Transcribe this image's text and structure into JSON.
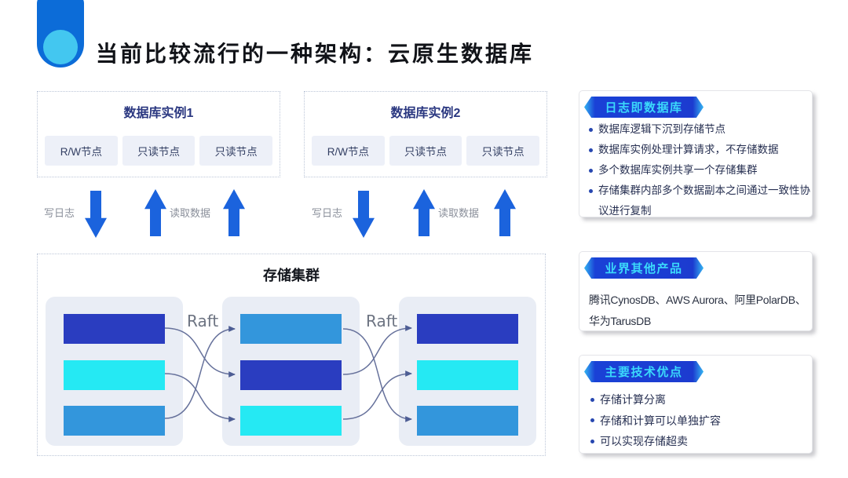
{
  "title": "当前比较流行的一种架构：云原生数据库",
  "instances": [
    {
      "title": "数据库实例1",
      "nodes": [
        "R/W节点",
        "只读节点",
        "只读节点"
      ]
    },
    {
      "title": "数据库实例2",
      "nodes": [
        "R/W节点",
        "只读节点",
        "只读节点"
      ]
    }
  ],
  "flow_labels": {
    "write": "写日志",
    "read": "读取数据"
  },
  "storage": {
    "title": "存储集群",
    "raft_label": "Raft",
    "groups": [
      {
        "bars": [
          "dark-blue",
          "cyan",
          "medium-blue"
        ]
      },
      {
        "bars": [
          "medium-blue",
          "dark-blue",
          "cyan"
        ]
      },
      {
        "bars": [
          "dark-blue",
          "cyan",
          "medium-blue"
        ]
      }
    ],
    "links": [
      "group1.bar1 -> group2.bar2",
      "group1.bar2 -> group2.bar3",
      "group1.bar3 -> group2.bar1",
      "group2.bar1 -> group3.bar3",
      "group2.bar2 -> group3.bar1",
      "group2.bar3 -> group3.bar2"
    ]
  },
  "cards": [
    {
      "badge": "日志即数据库",
      "bullets": [
        "数据库逻辑下沉到存储节点",
        "数据库实例处理计算请求，不存储数据",
        "多个数据库实例共享一个存储集群",
        "存储集群内部多个数据副本之间通过一致性协议进行复制"
      ]
    },
    {
      "badge": "业界其他产品",
      "text": "腾讯CynosDB、AWS Aurora、阿里PolarDB、华为TarusDB"
    },
    {
      "badge": "主要技术优点",
      "bullets": [
        "存储计算分离",
        "存储和计算可以单独扩容",
        "可以实现存储超卖"
      ]
    }
  ],
  "colors": {
    "accent_blue": "#1b63dd",
    "icon_blue": "#0c6cd8",
    "icon_cyan": "#43c7f0",
    "bar_dark_blue": "#2a3dc0",
    "bar_cyan": "#25e9f3",
    "bar_medium_blue": "#3396dc",
    "badge_blue": "#1c3bd0",
    "badge_text_cyan": "#3bd9fb"
  }
}
